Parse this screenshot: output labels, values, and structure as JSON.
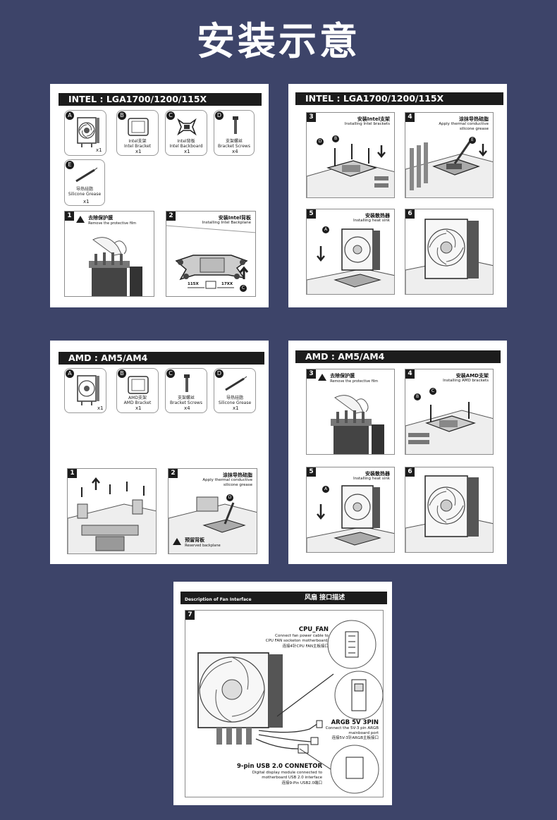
{
  "page": {
    "title": "安装示意"
  },
  "intel": {
    "header": "INTEL : LGA1700/1200/115X",
    "parts": [
      {
        "letter": "A",
        "caption": "",
        "qty": "x1"
      },
      {
        "letter": "B",
        "caption": "Intel支架\nIntel Bracket",
        "qty": "x1"
      },
      {
        "letter": "C",
        "caption": "Intel背板\nIntel Backboard",
        "qty": "x1"
      },
      {
        "letter": "D",
        "caption": "支架螺丝\nBracket Screws",
        "qty": "x4"
      },
      {
        "letter": "E",
        "caption": "导热硅脂\nSilicone Grease",
        "qty": "x1"
      }
    ],
    "steps": [
      {
        "num": "1",
        "cn": "去除保护膜",
        "en": "Remove the protective film"
      },
      {
        "num": "2",
        "cn": "安装Intel背板",
        "en": "Installing Intel Backplane",
        "mark_left": "115X",
        "mark_right": "17XX",
        "callout": "C"
      },
      {
        "num": "3",
        "cn": "安装Intel支架",
        "en": "Installing Intel brackets",
        "callouts": [
          "D",
          "B"
        ]
      },
      {
        "num": "4",
        "cn": "涂抹导热硅脂",
        "en": "Apply thermal conductive\nsilicone grease",
        "callout": "E"
      },
      {
        "num": "5",
        "cn": "安装散热器",
        "en": "Installing heat sink",
        "callout": "A"
      },
      {
        "num": "6",
        "cn": "",
        "en": ""
      }
    ]
  },
  "amd": {
    "header": "AMD : AM5/AM4",
    "parts": [
      {
        "letter": "A",
        "caption": "",
        "qty": "x1"
      },
      {
        "letter": "B",
        "caption": "AMD支架\nAMD Bracket",
        "qty": "x1"
      },
      {
        "letter": "C",
        "caption": "支架螺丝\nBracket Screws",
        "qty": "x4"
      },
      {
        "letter": "D",
        "caption": "导热硅脂\nSilicone Grease",
        "qty": "x1"
      }
    ],
    "steps": [
      {
        "num": "1",
        "cn": "",
        "en": ""
      },
      {
        "num": "2",
        "cn": "涂抹导热硅脂",
        "en": "Apply thermal conductive\nsilicone grease",
        "callout": "D",
        "note_cn": "预留背板",
        "note_en": "Reserved backplane"
      },
      {
        "num": "3",
        "cn": "去除保护膜",
        "en": "Remove the protective film"
      },
      {
        "num": "4",
        "cn": "安装AMD支架",
        "en": "Installing AMD brackets",
        "callouts": [
          "B",
          "C"
        ]
      },
      {
        "num": "5",
        "cn": "安装散热器",
        "en": "Installing heat sink",
        "callout": "A"
      },
      {
        "num": "6",
        "cn": "",
        "en": ""
      }
    ]
  },
  "fan": {
    "header_en": "Description of Fan  Interface",
    "header_cn": "风扇 接口描述",
    "step": "7",
    "cpu_fan": {
      "title": "CPU_FAN",
      "en": "Connect fan power cable to\nCPU FAN socketon motherboard.",
      "cn": "连接4针CPU FAN主板接口"
    },
    "argb": {
      "title": "ARGB 5V 3PIN",
      "en": "Connect the 5V-3 pin ARGB\nmainboard port",
      "cn": "连接5V-3针ARGB主板接口"
    },
    "usb": {
      "title": "9-pin USB 2.0 CONNETOR",
      "en": "Digital display module connected to\nmotherboard USB 2.0 interface",
      "cn": "连接9-Pin USB2.0端口"
    }
  }
}
